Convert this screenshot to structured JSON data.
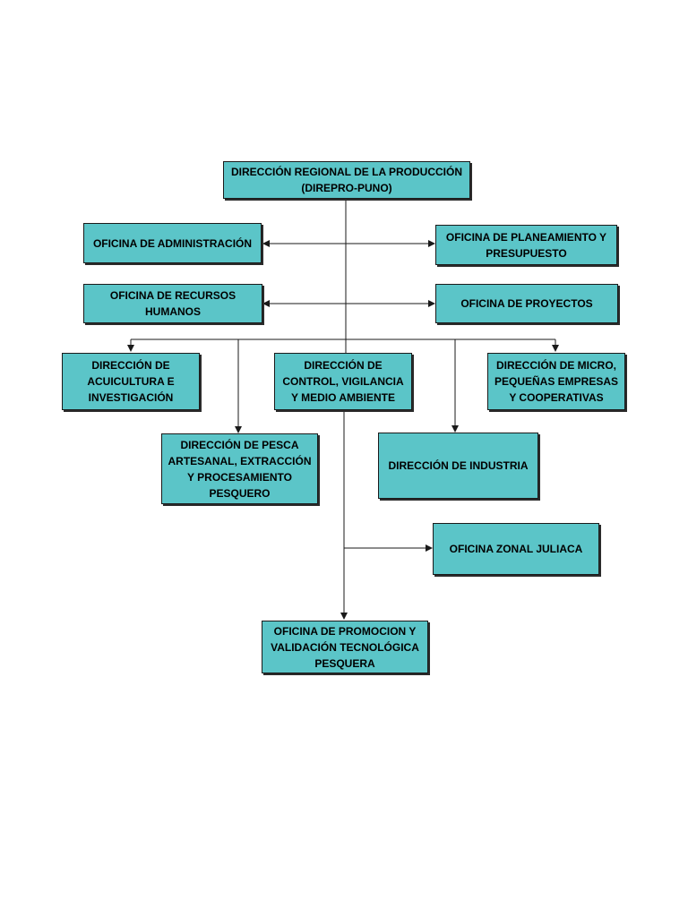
{
  "colors": {
    "box_fill": "#5bc5c8",
    "box_border": "#1a1a1a",
    "line": "#1a1a1a"
  },
  "nodes": {
    "root": "DIRECCIÓN REGIONAL DE LA PRODUCCIÓN (DIREPRO-PUNO)",
    "administracion": "OFICINA DE ADMINISTRACIÓN",
    "planeamiento": "OFICINA DE PLANEAMIENTO Y PRESUPUESTO",
    "recursos_humanos": "OFICINA DE RECURSOS HUMANOS",
    "proyectos": "OFICINA DE PROYECTOS",
    "acuicultura": "DIRECCIÓN DE ACUICULTURA E INVESTIGACIÓN",
    "control": "DIRECCIÓN DE CONTROL, VIGILANCIA Y MEDIO AMBIENTE",
    "micro": "DIRECCIÓN DE MICRO, PEQUEÑAS EMPRESAS Y COOPERATIVAS",
    "pesca": "DIRECCIÓN DE PESCA ARTESANAL, EXTRACCIÓN Y PROCESAMIENTO PESQUERO",
    "industria": "DIRECCIÓN DE INDUSTRIA",
    "juliaca": "OFICINA ZONAL JULIACA",
    "promocion": "OFICINA DE PROMOCION Y VALIDACIÓN TECNOLÓGICA PESQUERA"
  }
}
